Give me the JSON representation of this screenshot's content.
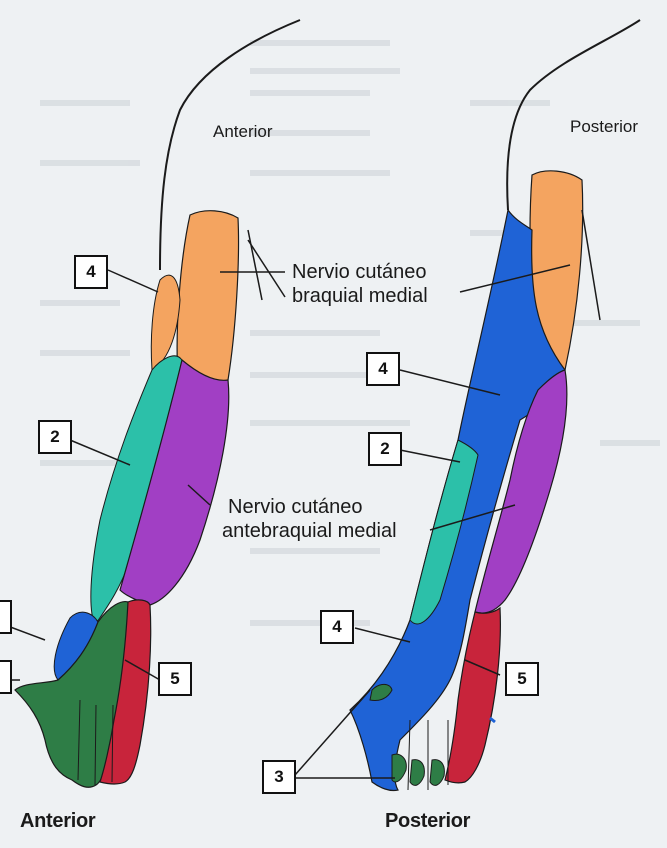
{
  "views": {
    "anterior_top": "Anterior",
    "posterior_top": "Posterior",
    "anterior_bottom": "Anterior",
    "posterior_bottom": "Posterior"
  },
  "nerves": {
    "braquial_line1": "Nervio cutáneo",
    "braquial_line2": "braquial medial",
    "antebraquial_line1": "Nervio cutáneo",
    "antebraquial_line2": "antebraquial medial"
  },
  "markers": {
    "anterior_4": "4",
    "anterior_2": "2",
    "anterior_5": "5",
    "posterior_4_arm": "4",
    "posterior_2": "2",
    "posterior_4_hand": "4",
    "posterior_5": "5",
    "shared_3": "3"
  },
  "colors": {
    "orange": "#f4a460",
    "purple": "#a13fc4",
    "teal": "#2cc0a9",
    "blue": "#1f63d6",
    "green": "#2e7d46",
    "red": "#c8243b",
    "outline": "#1b1b1b"
  }
}
